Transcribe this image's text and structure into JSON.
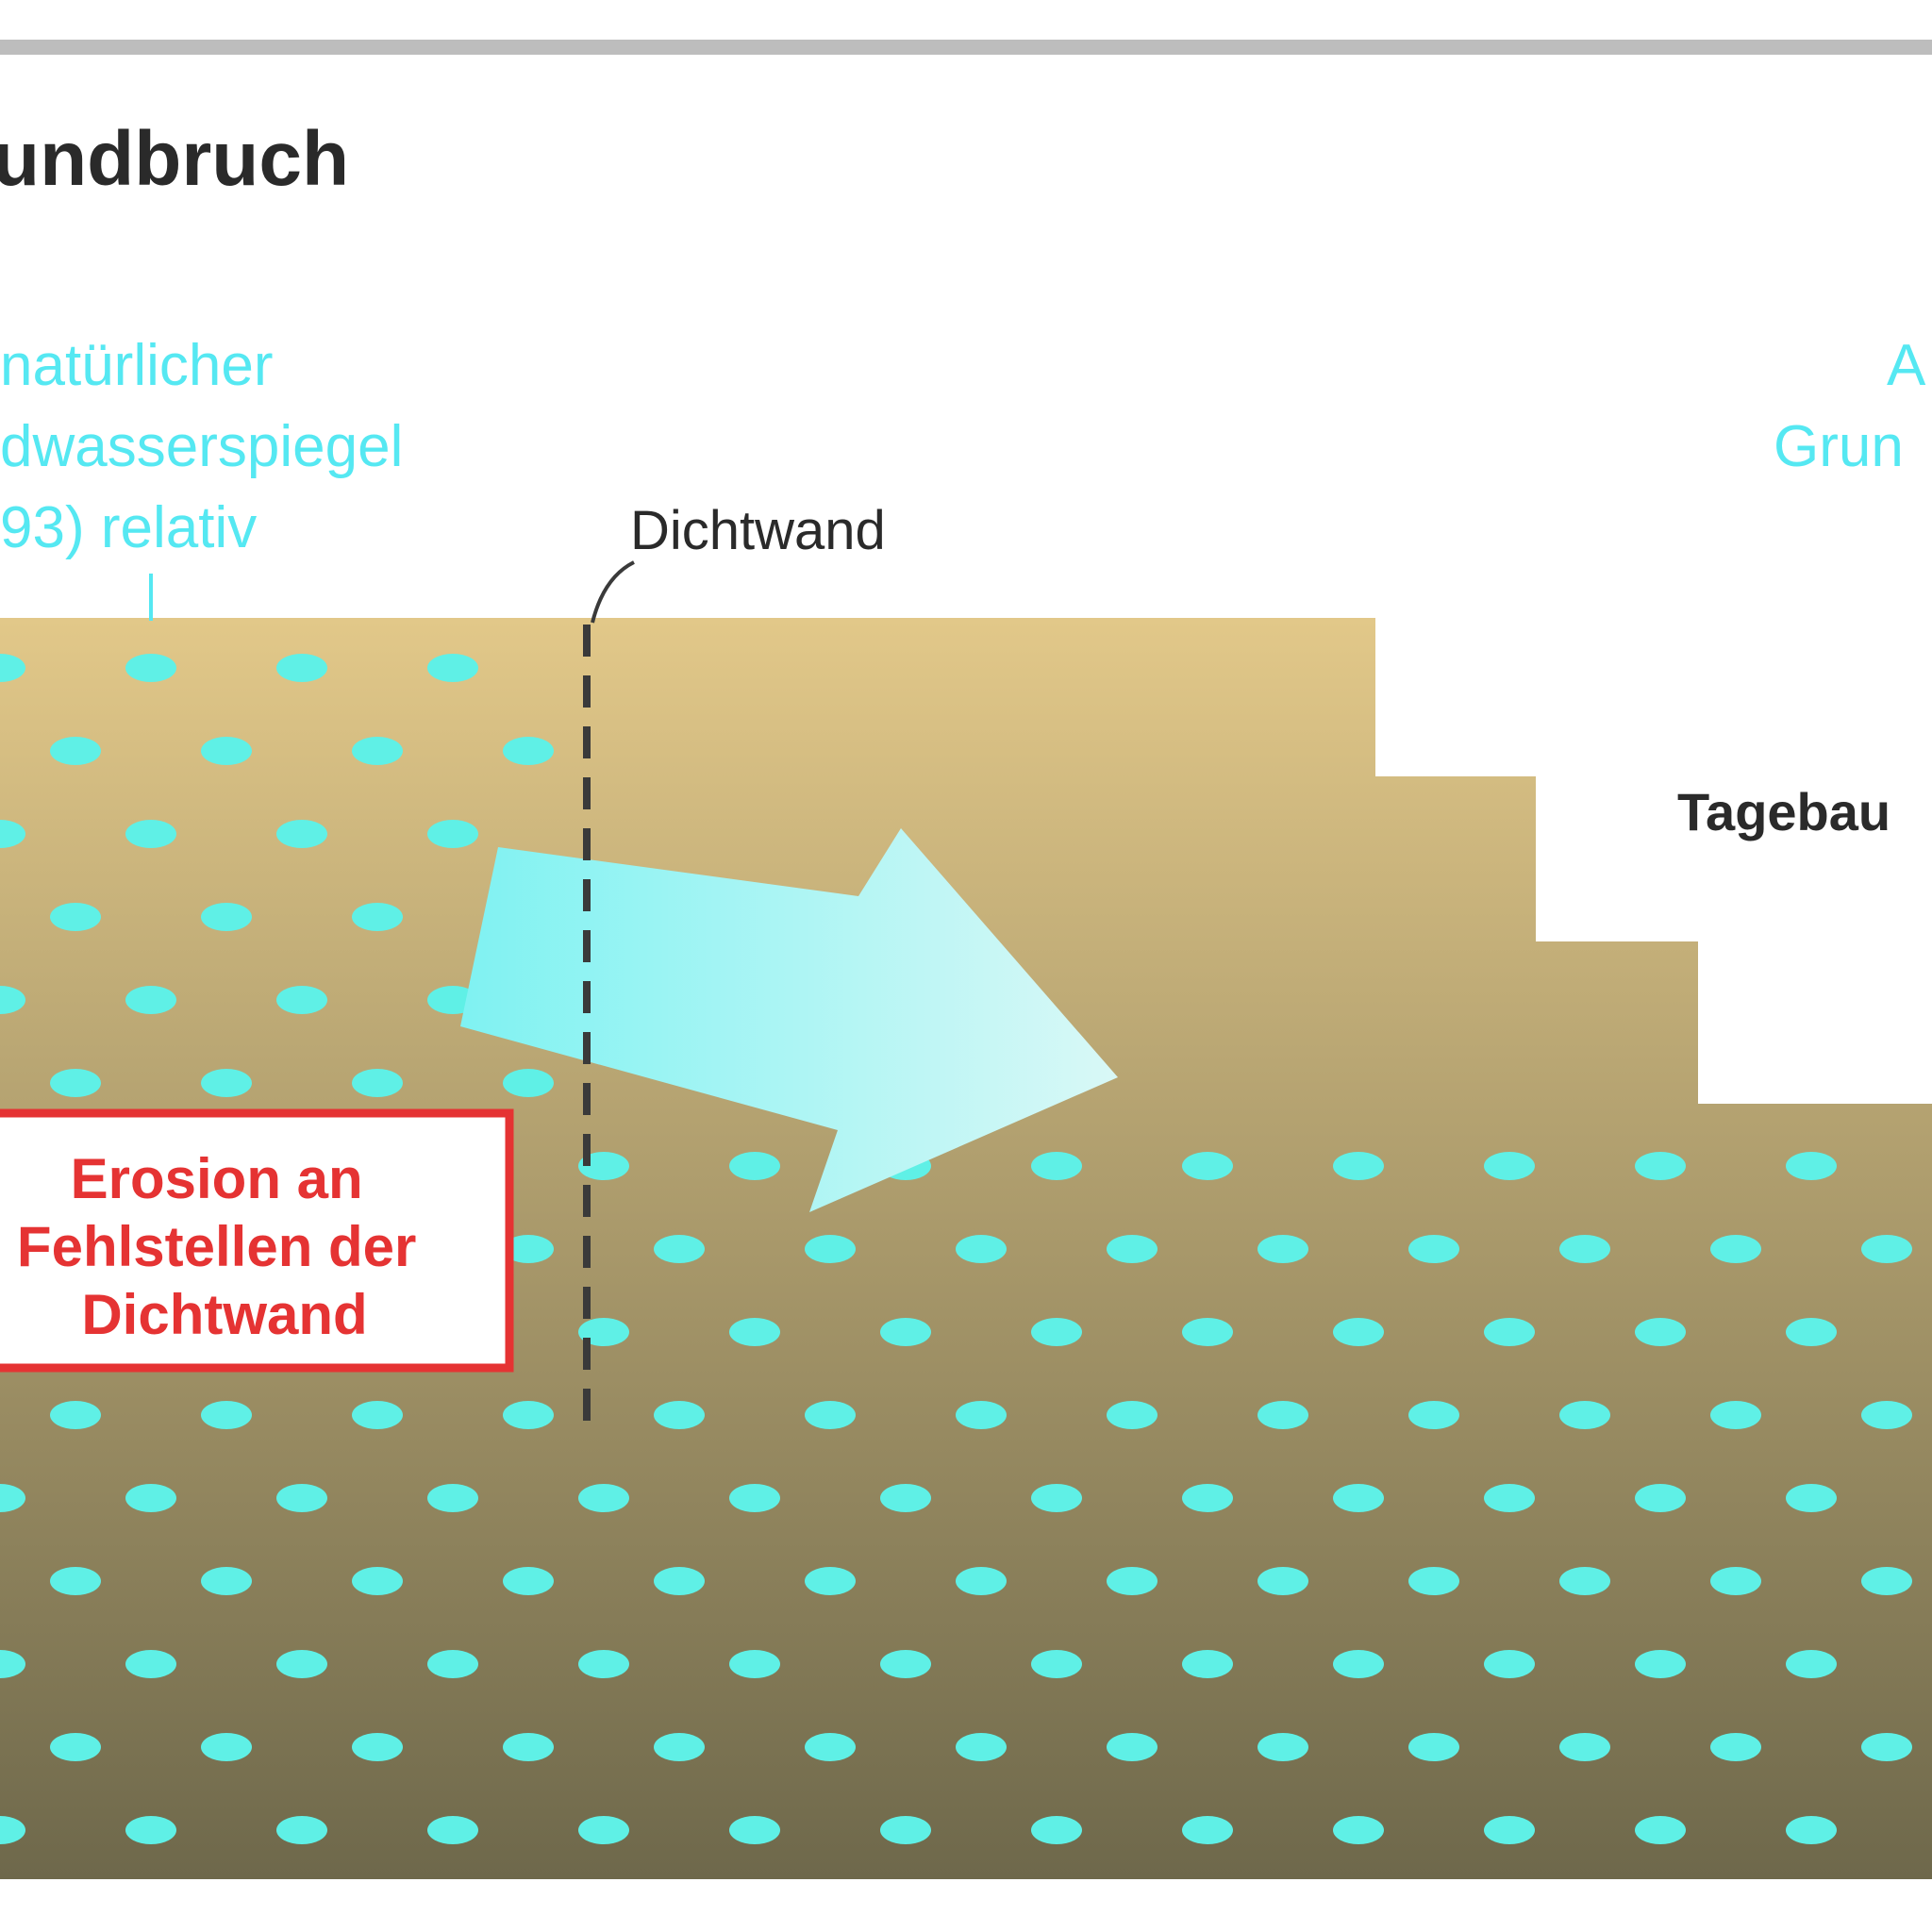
{
  "colors": {
    "top_rule": "#bdbdbd",
    "soil_light": "#e2c889",
    "soil_dark": "#6e684b",
    "water_dot": "#5ff0e6",
    "water_text": "#55e8f2",
    "arrow_light": "#7ff2f2",
    "arrow_fade": "#d9f8f6",
    "wall": "#3a3a3a",
    "alert_red": "#e53333",
    "dark_text": "#2a2a2a"
  },
  "diagram": {
    "title": "undbruch",
    "natural_level_lines": [
      "natürlicher",
      "dwasserspiegel",
      "93) relativ"
    ],
    "right_level_lines": [
      "A",
      "Grun"
    ],
    "wall_label": "Dichtwand",
    "pit_label": "Tagebau",
    "alert_lines": [
      "Erosion an",
      "Fehlstellen der",
      "Dichtwand"
    ]
  }
}
